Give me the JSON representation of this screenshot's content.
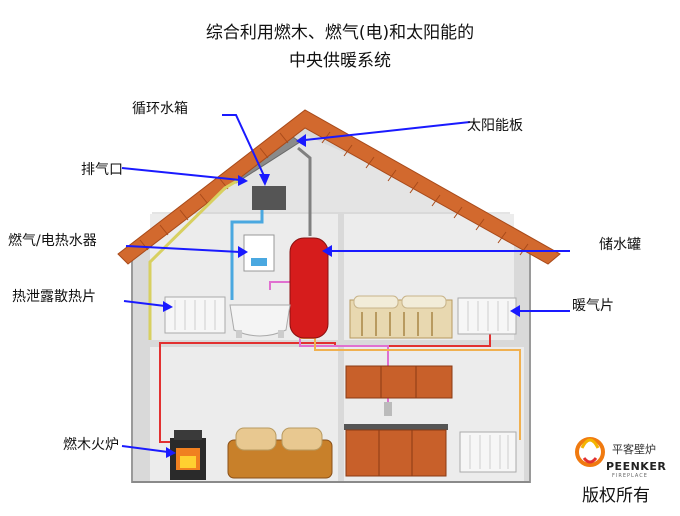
{
  "title": {
    "line1": "综合利用燃木、燃气(电)和太阳能的",
    "line2": "中央供暖系统"
  },
  "labels": {
    "cistern": "循环水箱",
    "vent": "排气口",
    "gas_heater": "燃气/电热水器",
    "radiator_left": "热泄露散热片",
    "stove": "燃木火炉",
    "solar_panel": "太阳能板",
    "tank": "储水罐",
    "radiator_right": "暖气片"
  },
  "brand": {
    "name_cn": "平客壁炉",
    "name_en": "PEENKER",
    "tagline": "FIREPLACE"
  },
  "copyright": "版权所有",
  "colors": {
    "roof": "#d2692e",
    "arrow": "#1a1aff",
    "tank": "#d61c1c",
    "hot_pipe": "#e23030",
    "cold_pipe": "#4aa8e0",
    "yellow_pipe": "#d8d060",
    "pink_pipe": "#e070d0",
    "orange_pipe": "#f0b050",
    "wall": "#d8d8d8",
    "cabinet": "#c8602a"
  }
}
